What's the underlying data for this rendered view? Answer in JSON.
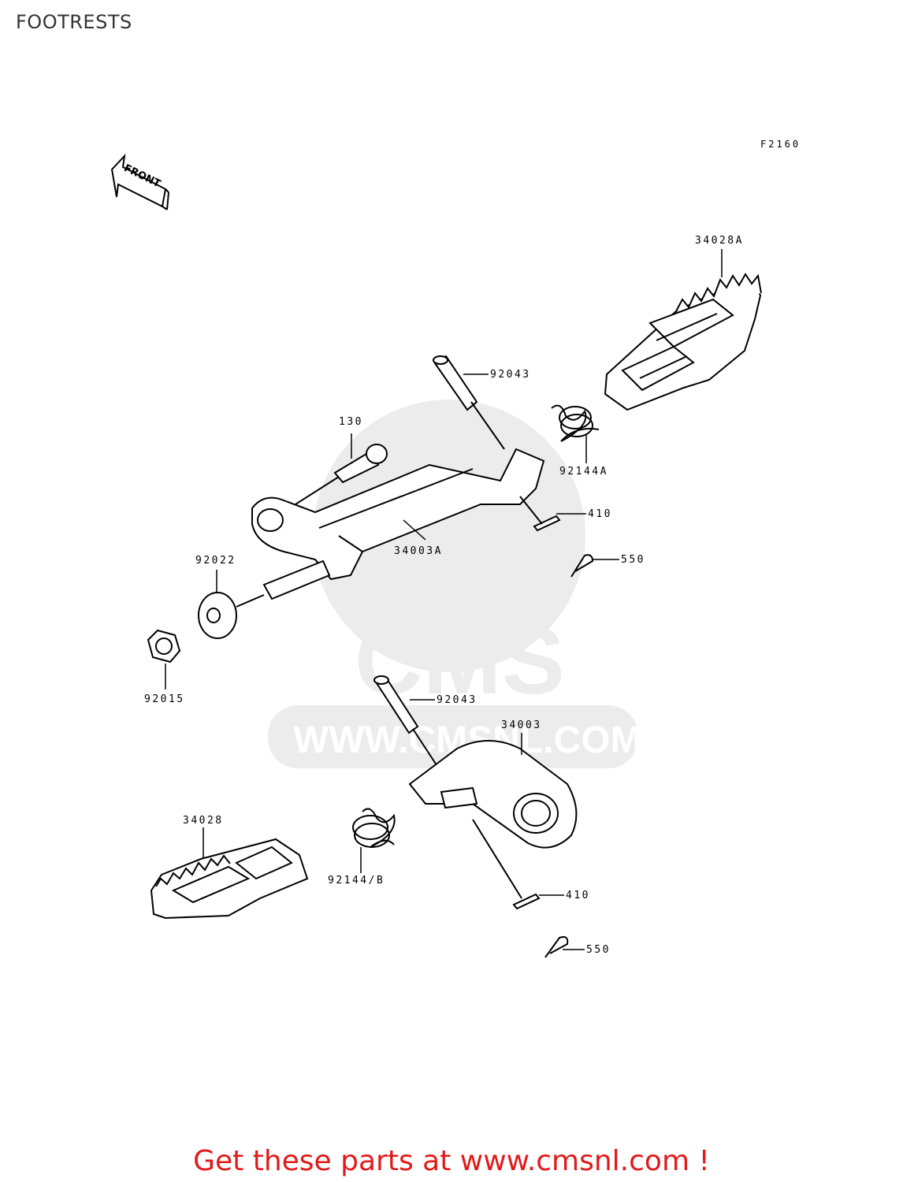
{
  "page": {
    "title": "FOOTRESTS",
    "figure_code": "F2160",
    "front_label": "FRONT",
    "watermark_text": "CMS",
    "watermark_url": "WWW.CMSNL.COM",
    "promo_text": "Get these parts at www.cmsnl.com !"
  },
  "callouts": {
    "footpeg_right": "34028A",
    "pin_upper": "92043",
    "spring_upper": "92144A",
    "bolt": "130",
    "cotter_upper": "410",
    "clip_upper": "550",
    "bracket_upper": "34003A",
    "washer": "92022",
    "nut": "92015",
    "pin_lower": "92043",
    "bracket_lower": "34003",
    "footpeg_left": "34028",
    "spring_lower": "92144/B",
    "cotter_lower": "410",
    "clip_lower": "550"
  },
  "colors": {
    "promo": "#e21a1a",
    "title": "#333333",
    "line": "#000000",
    "watermark": "#ececec"
  }
}
